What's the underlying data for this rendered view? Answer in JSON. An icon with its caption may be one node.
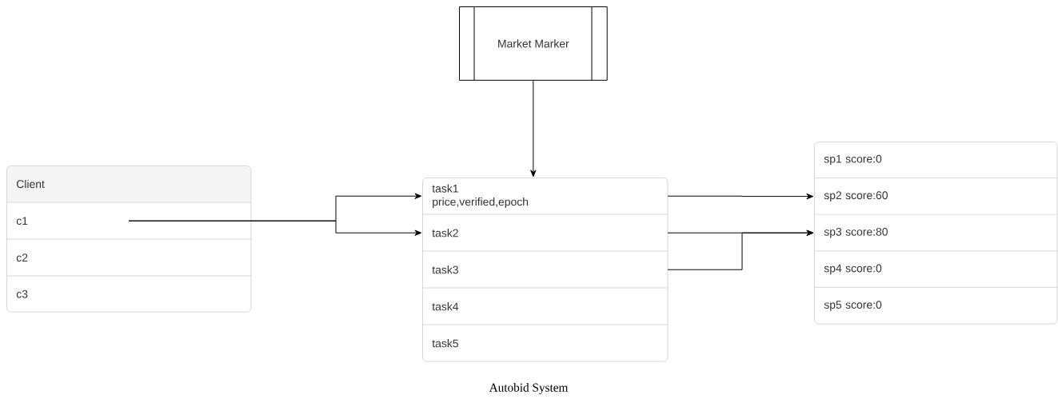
{
  "diagram": {
    "caption": "Autobid System",
    "nodes": [
      {
        "text": [
          "Market Marker"
        ]
      },
      {
        "text": [
          "Client"
        ]
      },
      {
        "text": [
          "c1"
        ],
        "in": 1
      },
      {
        "text": [
          "c2"
        ],
        "in": 1
      },
      {
        "text": [
          "c3"
        ],
        "in": 1
      },
      {
        "text": [],
        "shape": "box"
      },
      {
        "text": [
          "task1 price,verified,epoch"
        ],
        "in": 5
      },
      {
        "text": [
          "task2"
        ],
        "in": 5
      },
      {
        "text": [
          "task3"
        ],
        "in": 5
      },
      {
        "text": [
          "task4"
        ],
        "in": 5
      },
      {
        "text": [
          "task5"
        ],
        "in": 5
      },
      {
        "text": [],
        "shape": "box"
      },
      {
        "text": [
          "sp1 score:0"
        ],
        "in": 11
      },
      {
        "text": [
          "sp2 score:60"
        ],
        "in": 11
      },
      {
        "text": [
          "sp3 score:80"
        ],
        "in": 11
      },
      {
        "text": [
          "sp4 score:0"
        ],
        "in": 11
      },
      {
        "text": [
          "sp5 score:0"
        ],
        "in": 11
      }
    ],
    "edges": [
      {
        "from": 0,
        "to": 6,
        "arrow": "to"
      },
      {
        "from": 2,
        "to": 6,
        "arrow": "to"
      },
      {
        "from": 2,
        "to": 7,
        "arrow": "to"
      },
      {
        "from": 6,
        "to": 13,
        "arrow": "to"
      },
      {
        "from": 7,
        "to": 14,
        "arrow": "to"
      },
      {
        "from": 8,
        "to": 14,
        "arrow": "to"
      }
    ]
  }
}
